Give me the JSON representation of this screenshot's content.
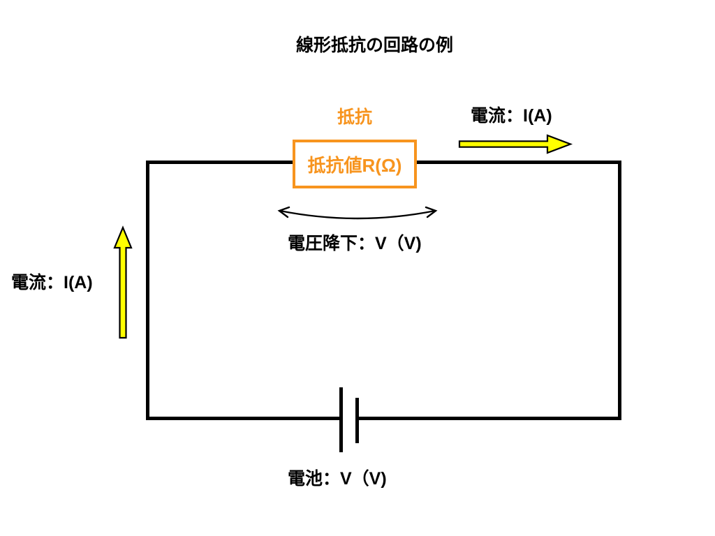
{
  "colors": {
    "accent_orange": "#F7941E",
    "arrow_yellow": "#FFFF00",
    "line_black": "#000000",
    "background": "#FFFFFF"
  },
  "diagram": {
    "title": "線形抵抗の回路の例",
    "resistor": {
      "name": "抵抗",
      "value": "抵抗値R(Ω)"
    },
    "current_top": "電流：I(A)",
    "current_left": "電流：I(A)",
    "voltage_drop": "電圧降下：V（V)",
    "battery": "電池：V（V)",
    "icons": {
      "current_arrow_right": "yellow-right-arrow",
      "current_arrow_up": "yellow-up-arrow",
      "voltage_span_arrow": "curved-double-headed-arrow",
      "battery_symbol": "battery-cell-two-plates"
    }
  }
}
